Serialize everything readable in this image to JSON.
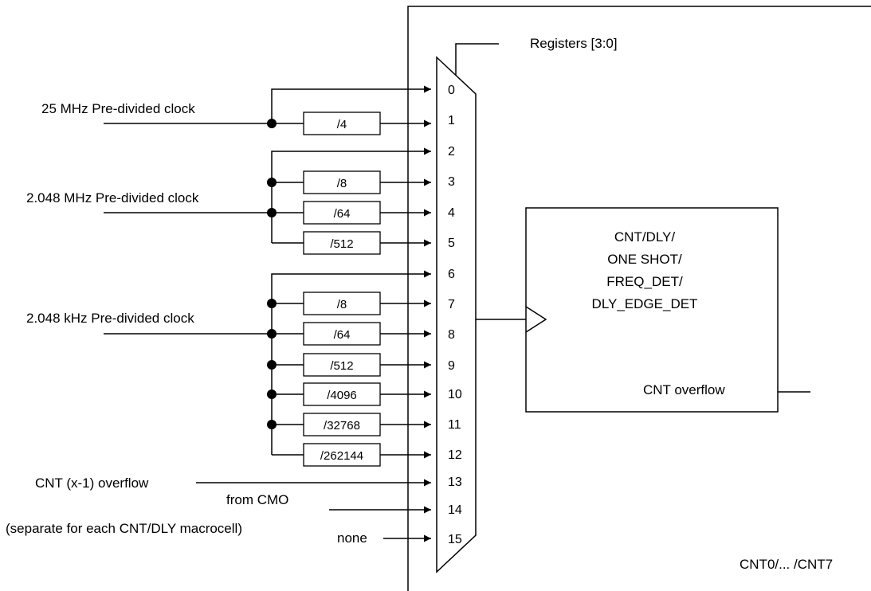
{
  "registers_label": "Registers [3:0]",
  "sources": {
    "mhz25": "25 MHz Pre-divided clock",
    "mhz2048": "2.048 MHz Pre-divided clock",
    "khz2048": "2.048 kHz Pre-divided clock",
    "cnt_prev": "CNT (x-1) overflow",
    "cmo_line1": "from CMO",
    "cmo_line2": "(separate for each CNT/DLY macrocell)",
    "none": "none"
  },
  "dividers": [
    "/4",
    "/8",
    "/64",
    "/512",
    "/8",
    "/64",
    "/512",
    "/4096",
    "/32768",
    "/262144"
  ],
  "mux_inputs": [
    "0",
    "1",
    "2",
    "3",
    "4",
    "5",
    "6",
    "7",
    "8",
    "9",
    "10",
    "11",
    "12",
    "13",
    "14",
    "15"
  ],
  "block": {
    "lines": [
      "CNT/DLY/",
      "ONE SHOT/",
      "FREQ_DET/",
      "DLY_EDGE_DET"
    ],
    "overflow": "CNT overflow"
  },
  "footer": "CNT0/... /CNT7"
}
